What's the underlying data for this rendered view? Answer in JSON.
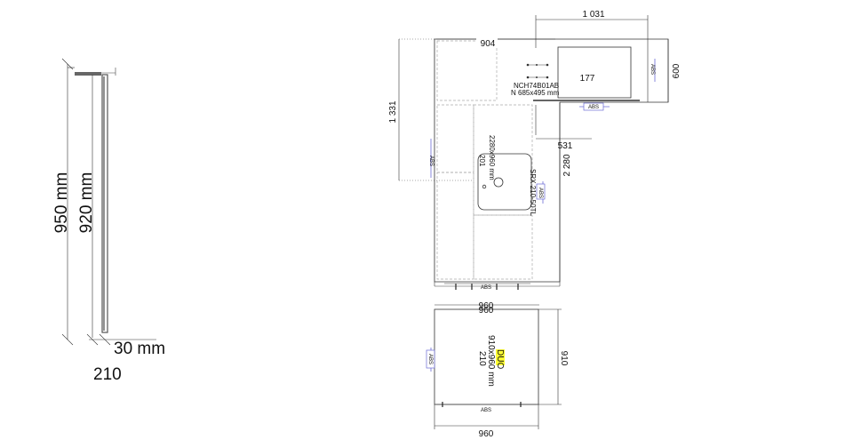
{
  "side_view": {
    "height_outer": "950 mm",
    "height_inner": "920 mm",
    "thickness": "30 mm",
    "depth": "210"
  },
  "plan_top": {
    "dim_top": "1 031",
    "dim_904": "904",
    "dim_left": "1 331",
    "dim_right_600": "600",
    "dim_2280": "2 280",
    "dim_531": "531",
    "sink_width": "177",
    "hob_model": "NCH74B01AB",
    "hob_size": "N 685x495 mm",
    "worktop_label": "2280x960 mm",
    "dim_201": "201",
    "sink_model": "SRX 210-50TL",
    "dim_960_bottom": "960"
  },
  "plan_bottom": {
    "dim_960_top": "960",
    "dim_910": "910",
    "name": "DUO",
    "size": "910x960 mm",
    "depth": "210",
    "dim_960_bottom": "960"
  },
  "edge_label": "ABS"
}
